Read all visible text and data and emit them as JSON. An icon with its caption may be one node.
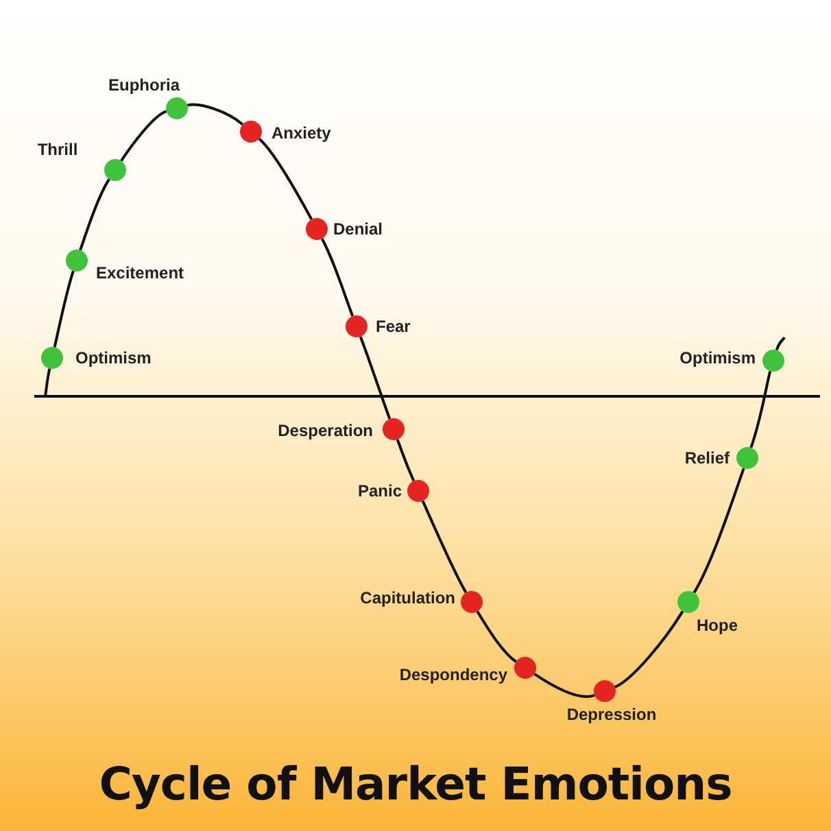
{
  "diagram": {
    "title": "Cycle of Market Emotions",
    "nodes": [
      {
        "text": [],
        "shape": "circle",
        "beside": [
          "Optimism"
        ]
      },
      {
        "text": [],
        "shape": "circle",
        "beside": [
          "Excitement"
        ]
      },
      {
        "text": [],
        "shape": "circle",
        "beside": [
          "Thrill"
        ]
      },
      {
        "text": [],
        "shape": "circle",
        "beside": [
          "Euphoria"
        ]
      },
      {
        "text": [],
        "shape": "circle",
        "beside": [
          "Anxiety"
        ]
      },
      {
        "text": [],
        "shape": "circle",
        "beside": [
          "Denial"
        ]
      },
      {
        "text": [],
        "shape": "circle",
        "beside": [
          "Fear"
        ]
      },
      {
        "text": [],
        "shape": "circle",
        "beside": [
          "Desperation"
        ]
      },
      {
        "text": [],
        "shape": "circle",
        "beside": [
          "Panic"
        ]
      },
      {
        "text": [],
        "shape": "circle",
        "beside": [
          "Capitulation"
        ]
      },
      {
        "text": [],
        "shape": "circle",
        "beside": [
          "Despondency"
        ]
      },
      {
        "text": [],
        "shape": "circle",
        "beside": [
          "Depression"
        ]
      },
      {
        "text": [],
        "shape": "circle",
        "beside": [
          "Hope"
        ]
      },
      {
        "text": [],
        "shape": "circle",
        "beside": [
          "Relief"
        ]
      },
      {
        "text": [],
        "shape": "circle",
        "beside": [
          "Optimism"
        ]
      }
    ],
    "edges": [
      {
        "from": null,
        "to": 0,
        "arrow": "none"
      },
      {
        "from": 0,
        "to": 1,
        "arrow": "none"
      },
      {
        "from": 1,
        "to": 2,
        "arrow": "none"
      },
      {
        "from": 2,
        "to": 3,
        "arrow": "none"
      },
      {
        "from": 3,
        "to": 4,
        "arrow": "none"
      },
      {
        "from": 4,
        "to": 5,
        "arrow": "none"
      },
      {
        "from": 5,
        "to": 6,
        "arrow": "none"
      },
      {
        "from": 6,
        "to": 7,
        "arrow": "none"
      },
      {
        "from": 7,
        "to": 8,
        "arrow": "none"
      },
      {
        "from": 8,
        "to": 9,
        "arrow": "none"
      },
      {
        "from": 9,
        "to": 10,
        "arrow": "none"
      },
      {
        "from": 10,
        "to": 11,
        "arrow": "none"
      },
      {
        "from": 11,
        "to": 12,
        "arrow": "none"
      },
      {
        "from": 12,
        "to": 13,
        "arrow": "none"
      },
      {
        "from": 13,
        "to": 14,
        "arrow": "none"
      },
      {
        "from": 14,
        "to": null,
        "arrow": "none"
      }
    ]
  }
}
